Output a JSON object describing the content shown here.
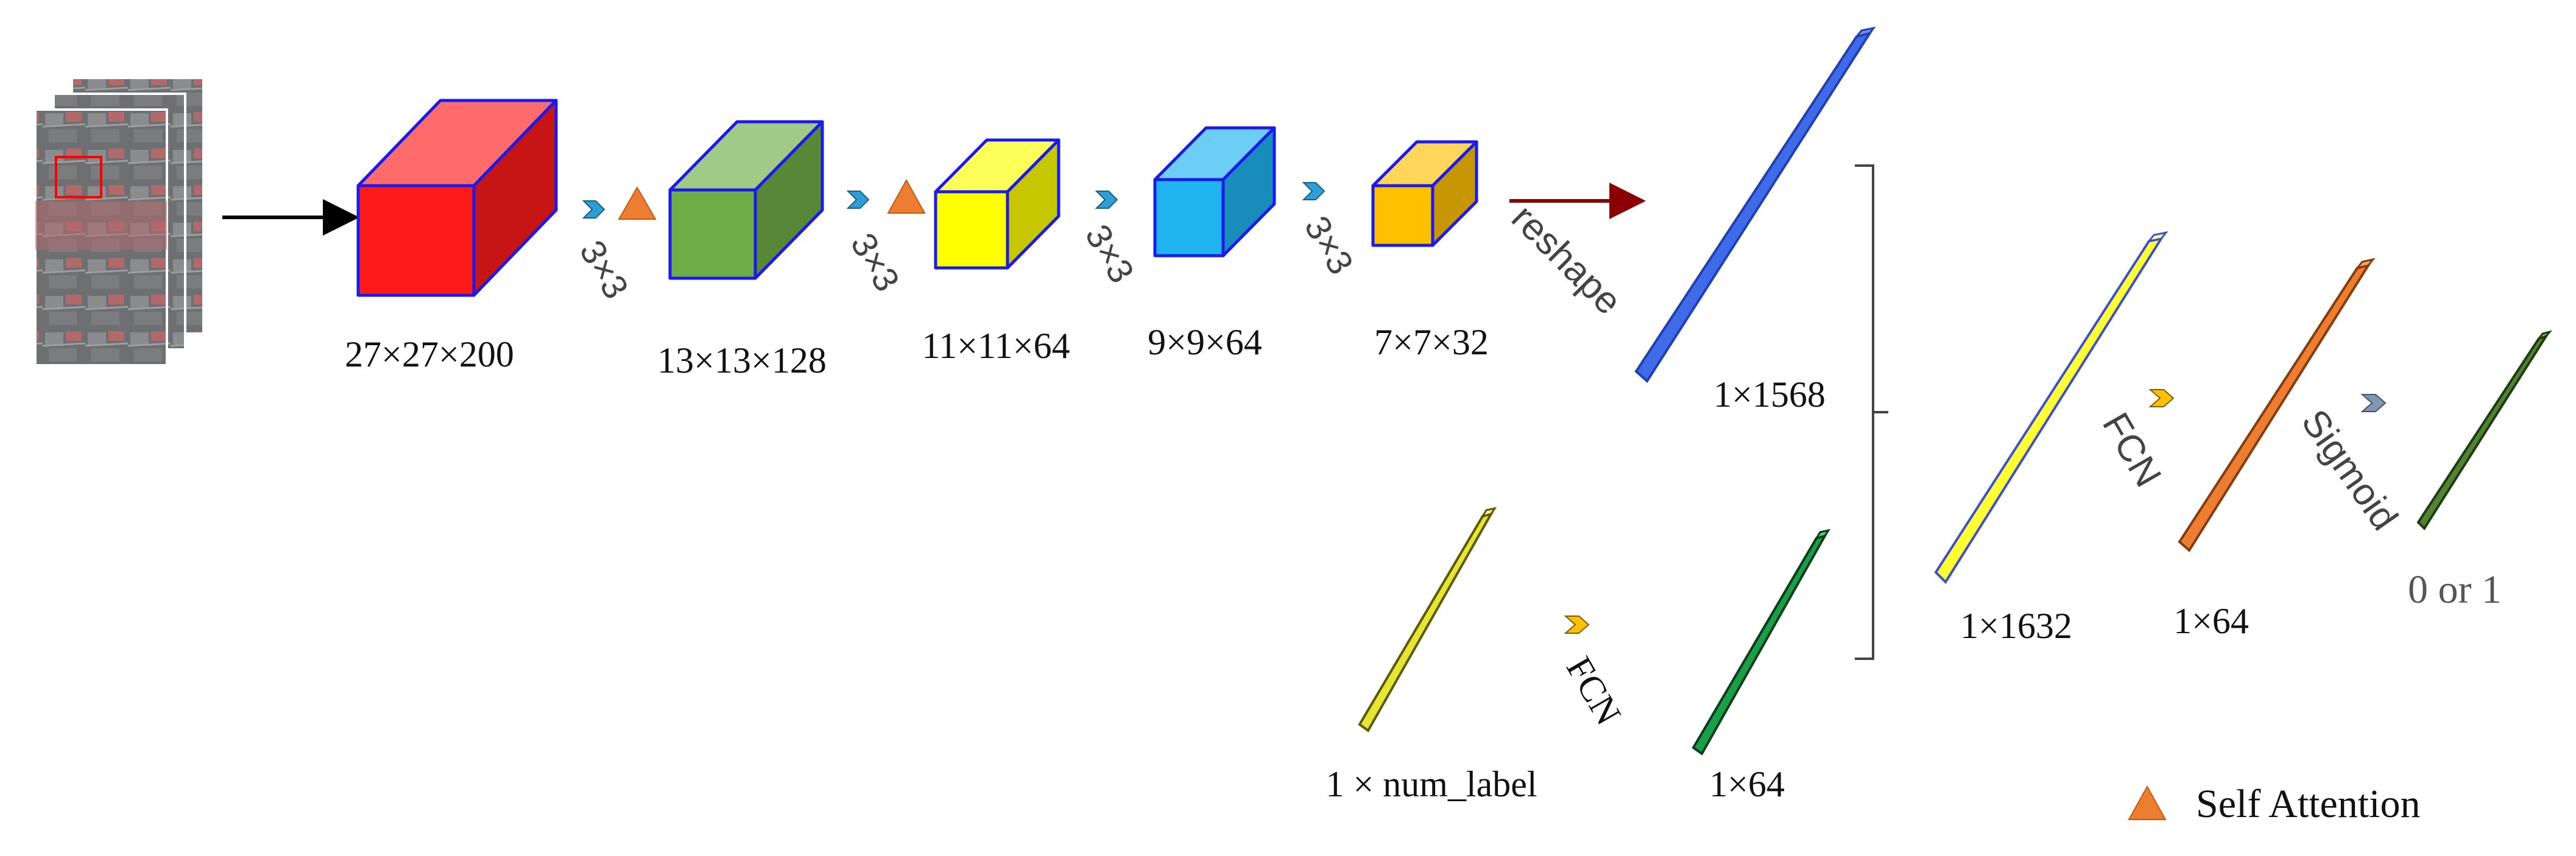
{
  "input": {
    "image_type": "hyperspectral-image-patches"
  },
  "layers": [
    {
      "shape": "27×27×200",
      "color": "#ff1a1a"
    },
    {
      "shape": "13×13×128",
      "color": "#70ad47"
    },
    {
      "shape": "11×11×64",
      "color": "#ffff00"
    },
    {
      "shape": "9×9×64",
      "color": "#1fb4f0"
    },
    {
      "shape": "7×7×32",
      "color": "#ffc000"
    }
  ],
  "kernels": [
    "3×3",
    "3×3",
    "3×3",
    "3×3"
  ],
  "reshape_label": "reshape",
  "vectors": {
    "flat": "1×1568",
    "label_in": "1 × num_label",
    "label_fc": "1×64",
    "concat": "1×1632",
    "hidden": "1×64",
    "output": "0 or 1"
  },
  "ops": {
    "fcn_label": "FCN",
    "fcn_main": "FCN",
    "sigmoid": "Sigmoid"
  },
  "legend": {
    "label": "Self Attention",
    "icon": "triangle-icon",
    "color": "#ed7d31"
  }
}
